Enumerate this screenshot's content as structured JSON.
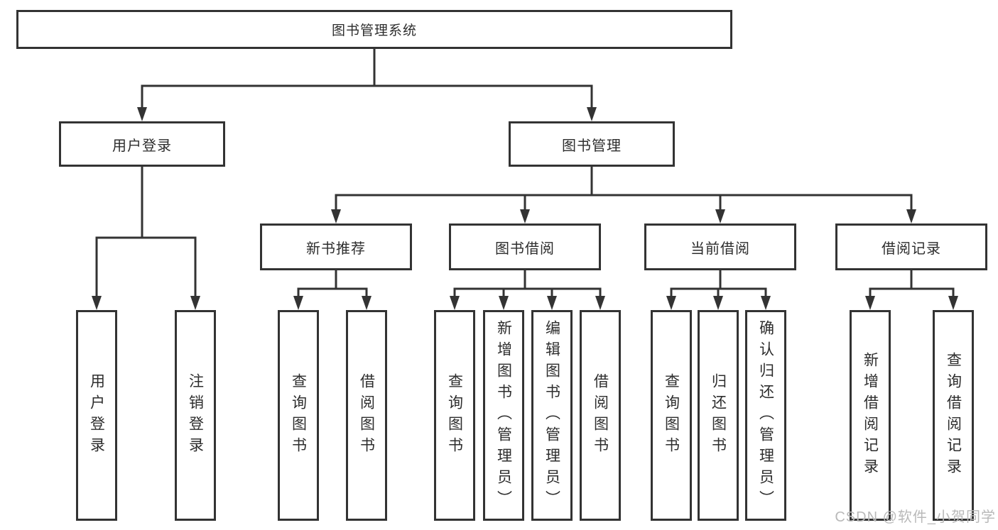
{
  "tree": {
    "root": {
      "label": "图书管理系统"
    },
    "children": [
      {
        "label": "用户登录",
        "children": [
          {
            "label": "用户登录"
          },
          {
            "label": "注销登录"
          }
        ]
      },
      {
        "label": "图书管理",
        "children": [
          {
            "label": "新书推荐",
            "children": [
              {
                "label": "查询图书"
              },
              {
                "label": "借阅图书"
              }
            ]
          },
          {
            "label": "图书借阅",
            "children": [
              {
                "label": "查询图书"
              },
              {
                "label": "新增图书（管理员）"
              },
              {
                "label": "编辑图书（管理员）"
              },
              {
                "label": "借阅图书"
              }
            ]
          },
          {
            "label": "当前借阅",
            "children": [
              {
                "label": "查询图书"
              },
              {
                "label": "归还图书"
              },
              {
                "label": "确认归还（管理员）"
              }
            ]
          },
          {
            "label": "借阅记录",
            "children": [
              {
                "label": "新增借阅记录"
              },
              {
                "label": "查询借阅记录"
              }
            ]
          }
        ]
      }
    ]
  },
  "watermark": {
    "text": "CSDN @软件_小贺同学"
  },
  "colors": {
    "line": "#333333",
    "text": "#2d2d2d",
    "watermark": "#b9b9b9",
    "background": "#ffffff"
  }
}
